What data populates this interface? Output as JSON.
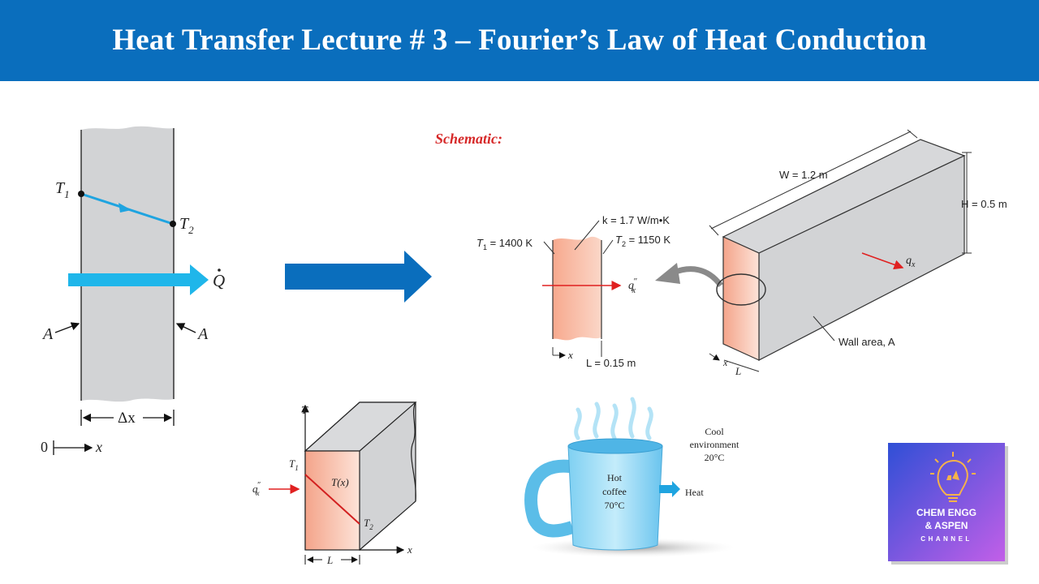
{
  "header": {
    "title": "Heat Transfer Lecture # 3 – Fourier’s Law of Heat Conduction"
  },
  "wall_figure": {
    "t1": "T",
    "t1_sub": "1",
    "t2": "T",
    "t2_sub": "2",
    "q": "Q",
    "area_left": "A",
    "area_right": "A",
    "thickness": "Δx",
    "origin": "0",
    "x_axis": "x"
  },
  "schematic": {
    "label": "Schematic:",
    "t1": "T",
    "t1_sub": "1",
    "t1_value": " = 1400 K",
    "k": "k = 1.7 W/m•K",
    "t2": "T",
    "t2_sub": "2",
    "t2_value": " = 1150 K",
    "flux_q": "q",
    "flux_sub": "x",
    "flux_prime": "″",
    "x_axis": "x",
    "thickness": "L = 0.15 m",
    "width": "W = 1.2 m",
    "height": "H = 0.5 m",
    "q_block": "q",
    "q_block_sub": "x",
    "wall_area": "Wall area, A",
    "block_x": "x",
    "block_L": "L"
  },
  "profile_figure": {
    "t_axis": "T",
    "t1": "T",
    "t1_sub": "1",
    "t2": "T",
    "t2_sub": "2",
    "tx": "T(x)",
    "flux_q": "q",
    "flux_sub": "x",
    "flux_prime": "″",
    "x_axis": "x",
    "thickness": "L"
  },
  "coffee_figure": {
    "cup_line1": "Hot",
    "cup_line2": "coffee",
    "cup_line3": "70°C",
    "heat": "Heat",
    "env_line1": "Cool",
    "env_line2": "environment",
    "env_line3": "20°C"
  },
  "logo": {
    "line1": "CHEM ENGG",
    "line2": "& ASPEN",
    "line3": "CHANNEL"
  },
  "colors": {
    "header_bg": "#0a6ebd",
    "wall_gray": "#d2d3d5",
    "heat_arrow": "#1fb6ea",
    "big_arrow": "#0a6ebd",
    "flux_red": "#e02020",
    "schematic_red": "#d62828",
    "slab_pink": "#f6b9a2"
  }
}
